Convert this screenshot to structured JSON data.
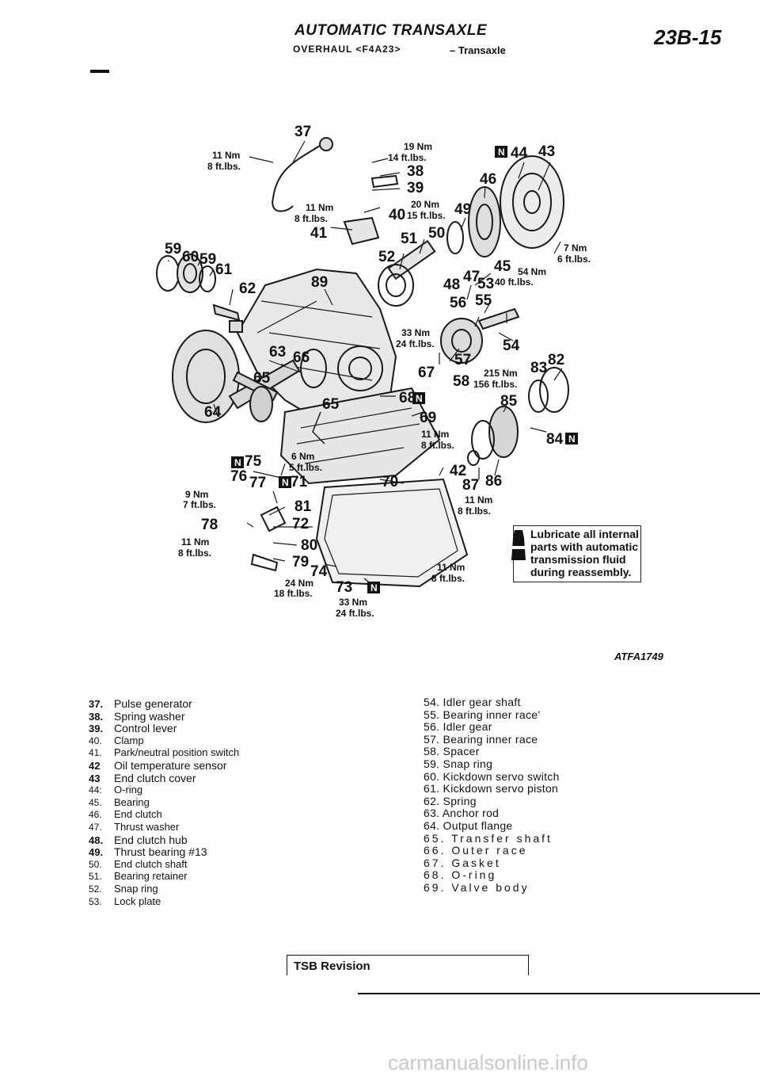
{
  "header": {
    "title": "AUTOMATIC TRANSAXLE",
    "subtitle": "OVERHAUL <F4A23>",
    "section": "– Transaxle",
    "page": "23B-15"
  },
  "diagram": {
    "numbers": [
      {
        "id": "37",
        "text": "37"
      },
      {
        "id": "38",
        "text": "38"
      },
      {
        "id": "39",
        "text": "39"
      },
      {
        "id": "40",
        "text": "40"
      },
      {
        "id": "41",
        "text": "41"
      },
      {
        "id": "43",
        "text": "43"
      },
      {
        "id": "44",
        "text": "44"
      },
      {
        "id": "46",
        "text": "46"
      },
      {
        "id": "49",
        "text": "49"
      },
      {
        "id": "50",
        "text": "50"
      },
      {
        "id": "51",
        "text": "51"
      },
      {
        "id": "52",
        "text": "52"
      },
      {
        "id": "45",
        "text": "45"
      },
      {
        "id": "47",
        "text": "47"
      },
      {
        "id": "48",
        "text": "48"
      },
      {
        "id": "53",
        "text": "53"
      },
      {
        "id": "56",
        "text": "56"
      },
      {
        "id": "55",
        "text": "55"
      },
      {
        "id": "59a",
        "text": "59"
      },
      {
        "id": "60",
        "text": "60"
      },
      {
        "id": "59b",
        "text": "59"
      },
      {
        "id": "61",
        "text": "61"
      },
      {
        "id": "62",
        "text": "62"
      },
      {
        "id": "89",
        "text": "89"
      },
      {
        "id": "54",
        "text": "54"
      },
      {
        "id": "63",
        "text": "63"
      },
      {
        "id": "66",
        "text": "66"
      },
      {
        "id": "57",
        "text": "57"
      },
      {
        "id": "83",
        "text": "83"
      },
      {
        "id": "82",
        "text": "82"
      },
      {
        "id": "65a",
        "text": "65"
      },
      {
        "id": "67",
        "text": "67"
      },
      {
        "id": "58",
        "text": "58"
      },
      {
        "id": "68",
        "text": "68"
      },
      {
        "id": "85",
        "text": "85"
      },
      {
        "id": "65b",
        "text": "65"
      },
      {
        "id": "64",
        "text": "64"
      },
      {
        "id": "69",
        "text": "69"
      },
      {
        "id": "84",
        "text": "84"
      },
      {
        "id": "75",
        "text": "75"
      },
      {
        "id": "76",
        "text": "76"
      },
      {
        "id": "77",
        "text": "77"
      },
      {
        "id": "71",
        "text": "71"
      },
      {
        "id": "42",
        "text": "42"
      },
      {
        "id": "70",
        "text": "70"
      },
      {
        "id": "87",
        "text": "87"
      },
      {
        "id": "86",
        "text": "86"
      },
      {
        "id": "81",
        "text": "81"
      },
      {
        "id": "78",
        "text": "78"
      },
      {
        "id": "72",
        "text": "72"
      },
      {
        "id": "80",
        "text": "80"
      },
      {
        "id": "79",
        "text": "79"
      },
      {
        "id": "74",
        "text": "74"
      },
      {
        "id": "73",
        "text": "73"
      }
    ],
    "torques": [
      {
        "id": "t1",
        "nm": "11 Nm",
        "ftlb": "8 ft.lbs."
      },
      {
        "id": "t2",
        "nm": "19 Nm",
        "ftlb": "14 ft.lbs."
      },
      {
        "id": "t3",
        "nm": "11 Nm",
        "ftlb": "8 ft.lbs."
      },
      {
        "id": "t4",
        "nm": "20 Nm",
        "ftlb": "15 ft.lbs."
      },
      {
        "id": "t5",
        "nm": "7 Nm",
        "ftlb": "6 ft.lbs."
      },
      {
        "id": "t6",
        "nm": "54 Nm",
        "ftlb": "40 ft.lbs."
      },
      {
        "id": "t7",
        "nm": "33 Nm",
        "ftlb": "24 ft.lbs."
      },
      {
        "id": "t8",
        "nm": "215 Nm",
        "ftlb": "156 ft.lbs."
      },
      {
        "id": "t9",
        "nm": "11 Nm",
        "ftlb": "8 ft.lbs."
      },
      {
        "id": "t10",
        "nm": "6 Nm",
        "ftlb": "5 ft.lbs."
      },
      {
        "id": "t11",
        "nm": "9 Nm",
        "ftlb": "7 ft.lbs."
      },
      {
        "id": "t12",
        "nm": "11 Nm",
        "ftlb": "8 ft.lbs."
      },
      {
        "id": "t13",
        "nm": "11 Nm",
        "ftlb": "8 ft.lbs."
      },
      {
        "id": "t14",
        "nm": "11 Nm",
        "ftlb": "8 ft.lbs."
      },
      {
        "id": "t15",
        "nm": "24 Nm",
        "ftlb": "18 ft.lbs."
      },
      {
        "id": "t16",
        "nm": "33 Nm",
        "ftlb": "24 ft.lbs."
      }
    ],
    "new_part_mark": "N",
    "figure_code": "ATFA1749"
  },
  "note": {
    "text": "Lubricate all internal parts with automatic transmission fluid during reassembly."
  },
  "legend_left": [
    {
      "num": "37.",
      "bold": true,
      "name": "Pulse generator"
    },
    {
      "num": "38.",
      "bold": true,
      "name": "Spring washer"
    },
    {
      "num": "39.",
      "bold": true,
      "name": "Control lever"
    },
    {
      "num": "40.",
      "bold": false,
      "name": "Clamp"
    },
    {
      "num": "41.",
      "bold": false,
      "name": "Park/neutral position switch"
    },
    {
      "num": "42",
      "bold": true,
      "name": "Oil temperature sensor"
    },
    {
      "num": "43",
      "bold": true,
      "name": "End clutch cover"
    },
    {
      "num": "44:",
      "bold": false,
      "name": "O-ring"
    },
    {
      "num": "45.",
      "bold": false,
      "name": "Bearing"
    },
    {
      "num": "46.",
      "bold": false,
      "name": "End clutch"
    },
    {
      "num": "47.",
      "bold": false,
      "name": "Thrust washer"
    },
    {
      "num": "48.",
      "bold": true,
      "name": "End clutch hub"
    },
    {
      "num": "49.",
      "bold": true,
      "name": "Thrust bearing #13"
    },
    {
      "num": "50.",
      "bold": false,
      "name": "End clutch shaft"
    },
    {
      "num": "51.",
      "bold": false,
      "name": "Bearing retainer"
    },
    {
      "num": "52.",
      "bold": false,
      "name": "Snap ring"
    },
    {
      "num": "53.",
      "bold": false,
      "name": "Lock plate"
    }
  ],
  "legend_right": [
    "54. Idler gear shaft",
    "55. Bearing inner race’",
    "56. Idler gear",
    "57. Bearing inner race",
    "58. Spacer",
    "59. Snap ring",
    "60. Kickdown servo switch",
    "61. Kickdown servo piston",
    "62. Spring",
    "63. Anchor rod",
    "64. Output flange",
    "65. Transfer shaft",
    "66. Outer race",
    "67. Gasket",
    "68. O-ring",
    "69. Valve body"
  ],
  "footer": {
    "revision_label": "TSB Revision",
    "watermark": "carmanualsonline.info"
  }
}
